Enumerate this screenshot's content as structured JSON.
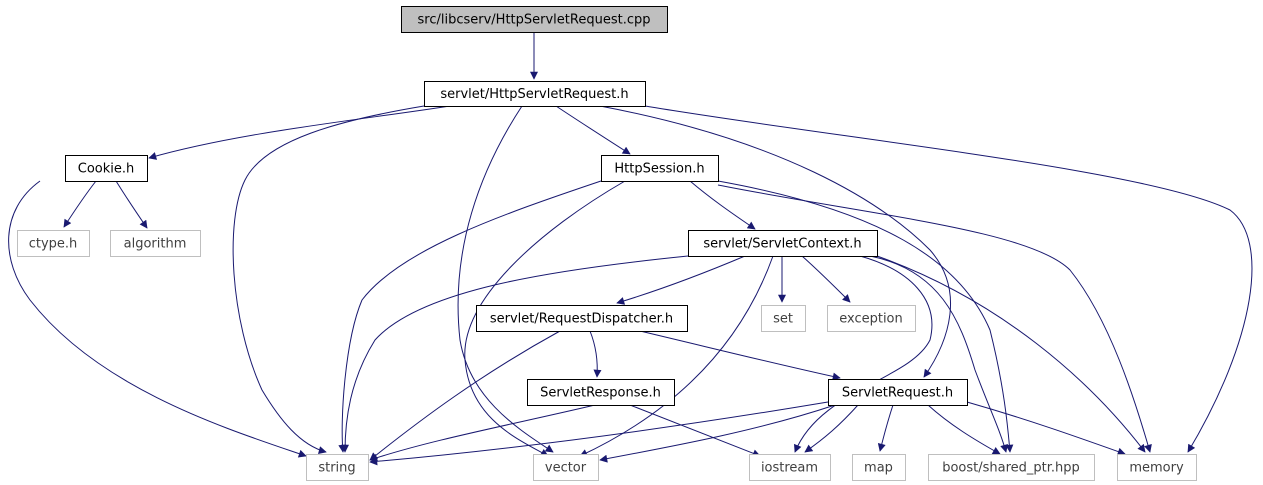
{
  "nodes": [
    {
      "id": "root",
      "label": "src/libcserv/HttpServletRequest.cpp",
      "style": "root"
    },
    {
      "id": "http_req_h",
      "label": "servlet/HttpServletRequest.h",
      "style": "normal"
    },
    {
      "id": "cookie",
      "label": "Cookie.h",
      "style": "normal"
    },
    {
      "id": "session",
      "label": "HttpSession.h",
      "style": "normal"
    },
    {
      "id": "ctype",
      "label": "ctype.h",
      "style": "external"
    },
    {
      "id": "algorithm",
      "label": "algorithm",
      "style": "external"
    },
    {
      "id": "context",
      "label": "servlet/ServletContext.h",
      "style": "normal"
    },
    {
      "id": "dispatcher",
      "label": "servlet/RequestDispatcher.h",
      "style": "normal"
    },
    {
      "id": "set",
      "label": "set",
      "style": "external"
    },
    {
      "id": "exception",
      "label": "exception",
      "style": "external"
    },
    {
      "id": "response",
      "label": "ServletResponse.h",
      "style": "normal"
    },
    {
      "id": "servreq",
      "label": "ServletRequest.h",
      "style": "normal"
    },
    {
      "id": "string",
      "label": "string",
      "style": "external"
    },
    {
      "id": "vector",
      "label": "vector",
      "style": "external"
    },
    {
      "id": "iostream",
      "label": "iostream",
      "style": "external"
    },
    {
      "id": "map",
      "label": "map",
      "style": "external"
    },
    {
      "id": "shared_ptr",
      "label": "boost/shared_ptr.hpp",
      "style": "external"
    },
    {
      "id": "memory",
      "label": "memory",
      "style": "external"
    }
  ],
  "colors": {
    "edge": "#191970",
    "root_fill": "#bfbfbf",
    "normal_border": "#000000",
    "external_border": "#bfbfbf",
    "external_text": "#404040",
    "text": "#000000"
  }
}
